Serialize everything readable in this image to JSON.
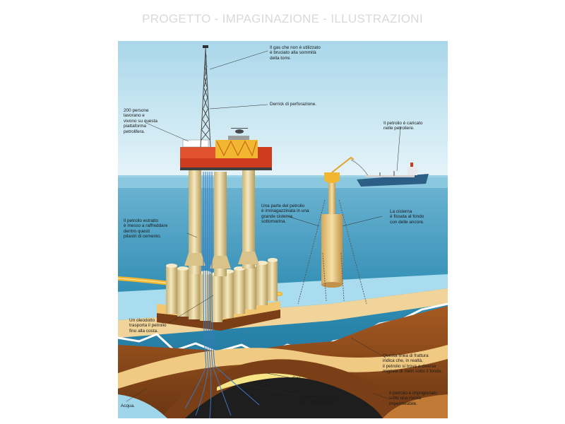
{
  "page": {
    "title": "PROGETTO - IMPAGINAZIONE - ILLUSTRAZIONI"
  },
  "colors": {
    "sky": "#bfe3f1",
    "sea": "#2f8db3",
    "concrete": "#e8d49b",
    "rock_brown": "#8a4a1c",
    "sand": "#f1d49a",
    "pipeline": "#f2b630",
    "platform_red": "#cf3b1f"
  },
  "annotations": {
    "gas_burn": [
      "Il gas che non è utilizzato",
      "è bruciato alla sommità",
      "della torre."
    ],
    "derrick": [
      "Derrick di perforazione."
    ],
    "people": [
      "200 persone",
      "lavorano e",
      "vivono su questa",
      "piattaforma",
      "petrolifera."
    ],
    "tanker": [
      "Il petrolio è caricato",
      "nelle petroliere."
    ],
    "storage": [
      "Una parte del petrolio",
      "è immagazzinata in una",
      "grande cisterna",
      "sottomarina."
    ],
    "cistern": [
      "La cisterna",
      "è fissata al fondo",
      "con delle ancore."
    ],
    "cooling": [
      "Il petrolio estratto",
      "è messo a raffreddare",
      "dentro questi",
      "pilastri di cemento."
    ],
    "pipeline": [
      "Un oleodotto",
      "trasporta il petrolio",
      "fino alla costa."
    ],
    "fracture": [
      "Questa linea di frattura",
      "indica che, in realtà,",
      "il petrolio si trova a diverse",
      "migliaia di metri sotto il fondo."
    ],
    "gas": [
      "Gas."
    ],
    "wells": [
      "Il petrolio è estratto",
      "da numerosi pozzi."
    ],
    "trapped": [
      "Il petrolio è imprigionato",
      "sotto una roccia",
      "impermeabile."
    ],
    "water": [
      "Acqua."
    ]
  }
}
